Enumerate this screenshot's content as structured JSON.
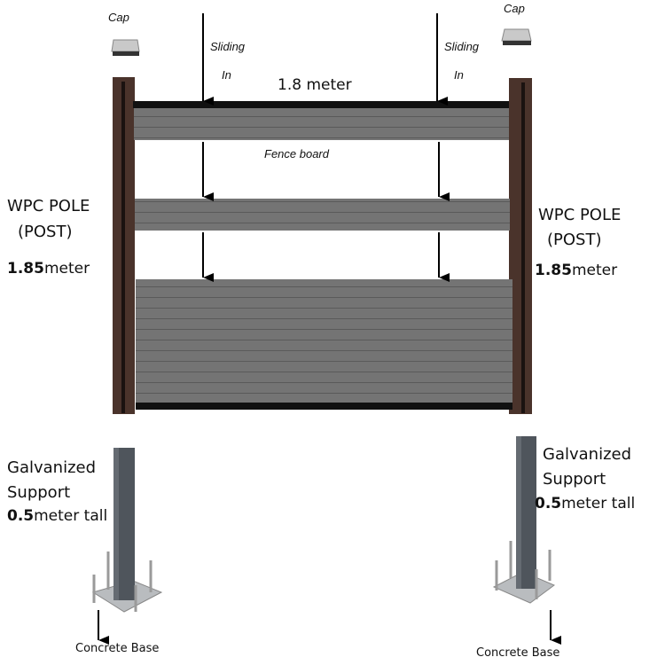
{
  "caps": {
    "left": "Cap",
    "right": "Cap"
  },
  "sliding": {
    "word1": "Sliding",
    "word2": "In"
  },
  "width_label": "1.8 meter",
  "fence_board_label": "Fence board",
  "pole": {
    "line1": "WPC POLE",
    "line2": "(POST)",
    "height_value": "1.85",
    "height_unit": "meter"
  },
  "support": {
    "line1": "Galvanized",
    "line2": "Support",
    "height_value": "0.5",
    "height_unit": "meter tall"
  },
  "base_label": "Concrete Base",
  "colors": {
    "post": "#4a332b",
    "board": "#707070",
    "rail": "#111111",
    "steel": "#4f555c"
  }
}
